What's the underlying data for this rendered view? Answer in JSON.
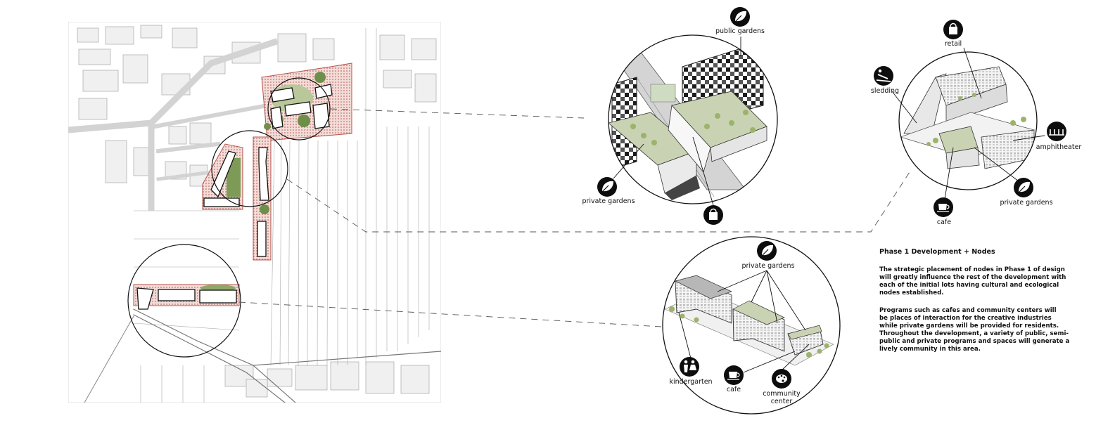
{
  "colors": {
    "accent_red": "#b5554d",
    "garden_green": "#6e8f4a",
    "garden_light": "#b9c79a",
    "road_gray": "#d7d7d7",
    "icon_black": "#0d0d0d"
  },
  "nodes": {
    "node1": {
      "public_gardens": {
        "label": "public gardens",
        "icon": "leaf-icon"
      },
      "private_gardens": {
        "label": "private gardens",
        "icon": "leaf-icon"
      },
      "retail": {
        "label": "",
        "icon": "shopping-bag-icon"
      }
    },
    "node2": {
      "retail": {
        "label": "retail",
        "icon": "shopping-bag-icon"
      },
      "sledding": {
        "label": "sledding",
        "icon": "sledding-icon"
      },
      "amphitheater": {
        "label": "amphitheater",
        "icon": "amphitheater-icon"
      },
      "private_gardens": {
        "label": "private gardens",
        "icon": "leaf-icon"
      },
      "cafe": {
        "label": "cafe",
        "icon": "coffee-cup-icon"
      }
    },
    "node3": {
      "private_gardens": {
        "label": "private gardens",
        "icon": "leaf-icon"
      },
      "kindergarten": {
        "label": "kindergarten",
        "icon": "children-icon"
      },
      "cafe": {
        "label": "cafe",
        "icon": "coffee-cup-icon"
      },
      "community_center": {
        "label_line1": "community",
        "label_line2": "center",
        "icon": "palette-icon"
      }
    }
  },
  "text": {
    "title": "Phase 1 Development + Nodes",
    "paragraph1": [
      "The strategic placement of nodes in Phase 1 of design",
      "will greatly influence the rest of the development with",
      "each of the initial lots having cultural and ecological",
      "nodes established."
    ],
    "paragraph2": [
      "Programs such as cafes and community centers will",
      "be places of interaction for the creative industries",
      "while private gardens will be provided for residents.",
      "Throughout the development, a variety of public, semi-",
      "public and private programs and spaces will generate a",
      "lively community in this area."
    ]
  }
}
